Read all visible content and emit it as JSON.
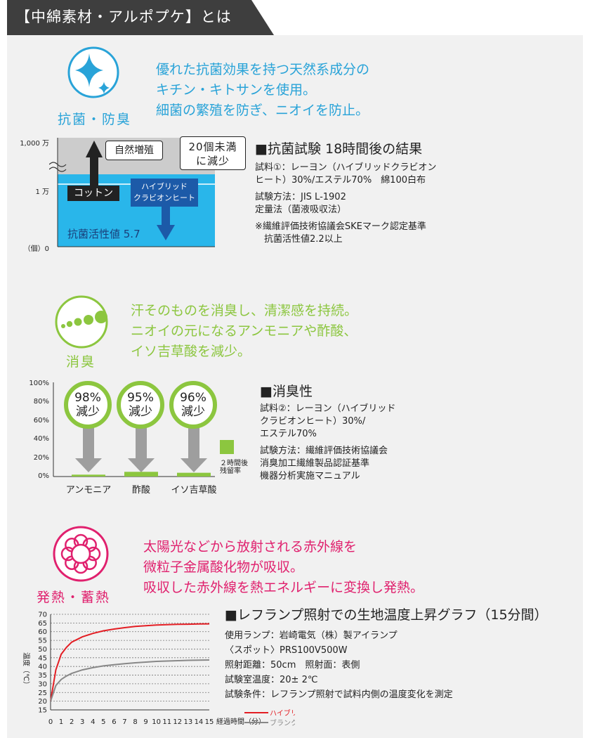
{
  "header": {
    "title": "【中綿素材・アルポプケ】とは"
  },
  "sections": {
    "antibacterial": {
      "label": "抗菌・防臭",
      "lines": [
        "優れた抗菌効果を持つ天然系成分の",
        "キチン・キトサンを使用。",
        "細菌の繁殖を防ぎ、ニオイを防止。"
      ],
      "chart": {
        "y_ticks": [
          "1,000 万",
          "1 万",
          "（個）0"
        ],
        "callout_growth": "自然増殖",
        "callout_result": [
          "20個未満",
          "に減少"
        ],
        "cotton": "コットン",
        "hybrid": [
          "ハイブリッド",
          "クラビオンヒート"
        ],
        "activity": "抗菌活性値 5.7"
      },
      "title": "■抗菌試験 18時間後の結果",
      "info": [
        [
          "試料①：レーヨン（ハイブリッドクラビオン",
          "ヒート）30%/エステル70%　綿100白布"
        ],
        [
          "試験方法：JIS L-1902",
          "定量法（菌液吸収法）"
        ],
        [
          "※繊維評価技術協議会SKEマーク認定基準",
          "　抗菌活性値2.2以上"
        ]
      ]
    },
    "deodorant": {
      "label": "消臭",
      "lines": [
        "汗そのものを消臭し、清潔感を持続。",
        "ニオイの元になるアンモニアや酢酸、",
        "イソ吉草酸を減少。"
      ],
      "title": "■消臭性",
      "info": [
        [
          "試料②：レーヨン（ハイブリッド",
          "クラビオンヒート）30%/",
          "エステル70%"
        ],
        [
          "試験方法：繊維評価技術協議会",
          "消臭加工繊維製品認証基準",
          "機器分析実施マニュアル"
        ]
      ],
      "legend": [
        "２時間後",
        "残留率"
      ]
    },
    "heat": {
      "label": "発熱・蓄熱",
      "lines": [
        "太陽光などから放射される赤外線を",
        "微粒子金属酸化物が吸収。",
        "吸収した赤外線を熱エネルギーに変換し発熱。"
      ],
      "title": "■レフランプ照射での生地温度上昇グラフ（15分間）",
      "info": [
        "使用ランプ：岩崎電気（株）製アイランプ",
        "〈スポット〉PRS100V500W",
        "照射距離：50cm　照射面：表側",
        "試験室温度：20± 2℃",
        "試験条件：レフランプ照射で試料内側の温度変化を測定"
      ]
    }
  },
  "colors": {
    "blue": "#29a3d8",
    "green": "#8cc63f",
    "pink": "#e0216e",
    "red": "#e31e24",
    "gray": "#888888"
  },
  "chart_data": [
    {
      "type": "bar",
      "categories": [
        "アンモニア",
        "酢酸",
        "イソ吉草酸"
      ],
      "values": [
        2,
        5,
        4
      ],
      "labels": [
        [
          "98%",
          "減少"
        ],
        [
          "95%",
          "減少"
        ],
        [
          "96%",
          "減少"
        ]
      ],
      "y_ticks": [
        "100%",
        "80%",
        "60%",
        "40%",
        "20%",
        "0%"
      ],
      "ylim": [
        0,
        100
      ]
    },
    {
      "type": "line",
      "x": [
        0,
        0.5,
        1,
        1.5,
        2,
        3,
        4,
        5,
        6,
        7,
        8,
        9,
        10,
        11,
        12,
        13,
        14,
        15
      ],
      "series": [
        {
          "name": "ハイブリッドクラビオンヒート",
          "color": "#e31e24",
          "values": [
            20,
            38,
            47,
            51,
            54,
            57,
            59,
            60.5,
            61.5,
            62.3,
            63,
            63.4,
            63.8,
            64,
            64.2,
            64.3,
            64.4,
            64.5
          ]
        },
        {
          "name": "ブランク",
          "color": "#888888",
          "values": [
            20,
            29,
            32.5,
            34.5,
            36,
            38,
            39.3,
            40.3,
            41,
            41.6,
            42.1,
            42.5,
            42.9,
            43.1,
            43.3,
            43.5,
            43.6,
            43.7
          ]
        }
      ],
      "xlabel": "経過時間（分）",
      "ylabel": "温度（℃）",
      "ylim": [
        15,
        70
      ],
      "xlim": [
        0,
        15
      ],
      "y_ticks": [
        15,
        20,
        25,
        30,
        35,
        40,
        45,
        50,
        55,
        60,
        65,
        70
      ],
      "x_ticks": [
        0,
        1,
        2,
        3,
        4,
        5,
        6,
        7,
        8,
        9,
        10,
        11,
        12,
        13,
        14,
        15
      ]
    }
  ]
}
